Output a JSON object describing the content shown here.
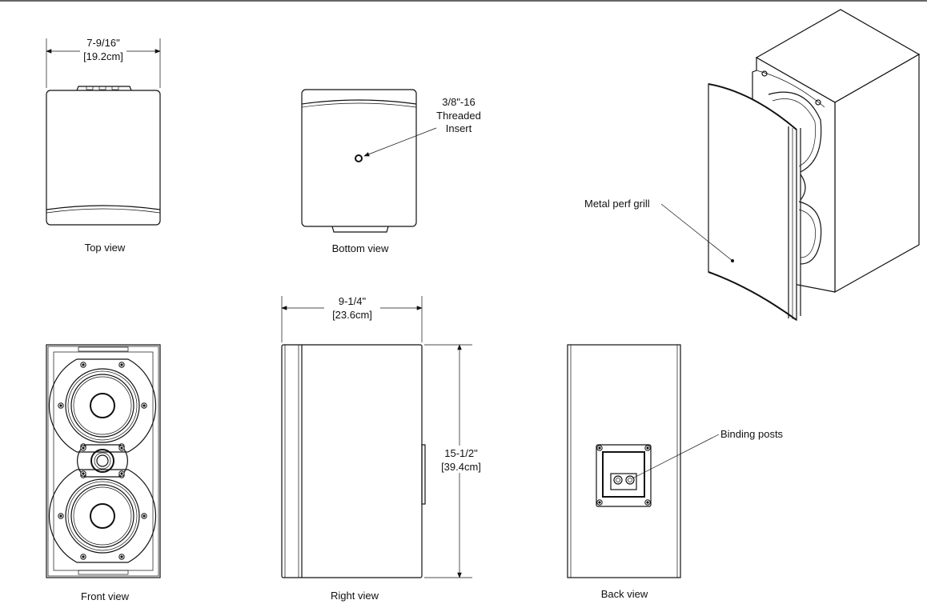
{
  "views": {
    "top": {
      "label": "Top view",
      "dim_in": "7-9/16\"",
      "dim_cm": "[19.2cm]"
    },
    "bottom": {
      "label": "Bottom view",
      "callout": [
        "3/8\"-16",
        "Threaded",
        "Insert"
      ]
    },
    "front": {
      "label": "Front view"
    },
    "right": {
      "label": "Right view",
      "width_in": "9-1/4\"",
      "width_cm": "[23.6cm]",
      "height_in": "15-1/2\"",
      "height_cm": "[39.4cm]"
    },
    "back": {
      "label": "Back view",
      "callout": "Binding posts"
    },
    "iso": {
      "callout": "Metal perf grill"
    }
  }
}
